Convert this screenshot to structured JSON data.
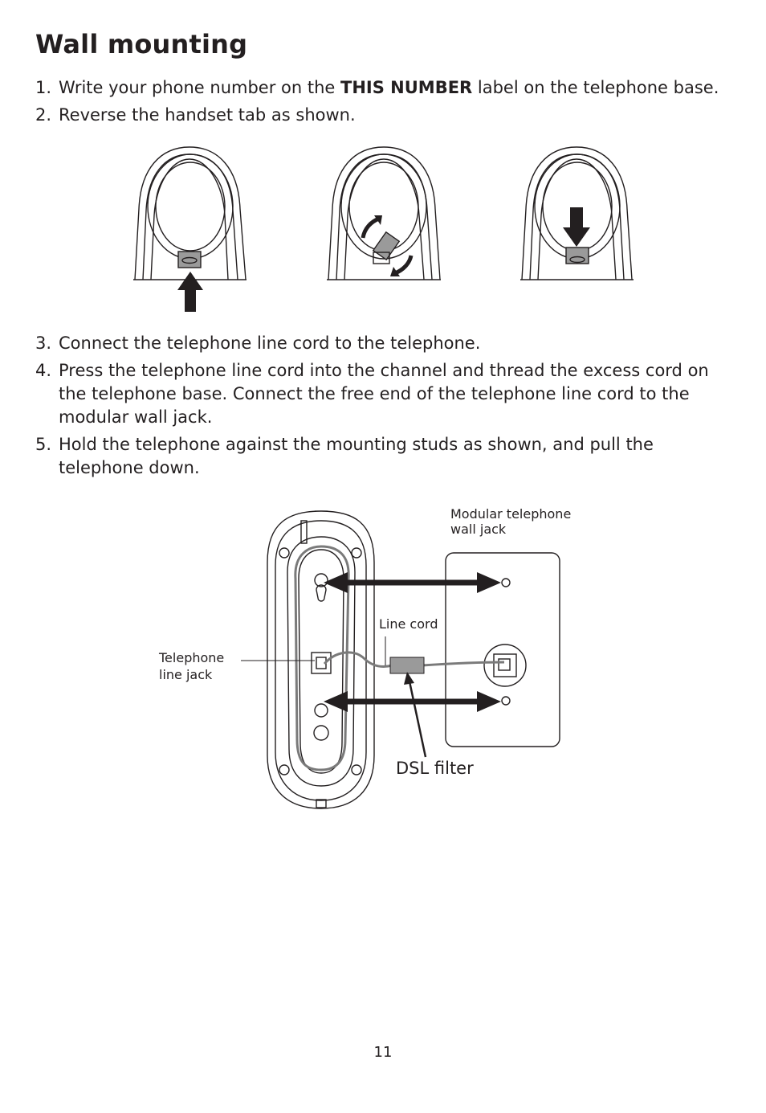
{
  "page": {
    "title": "Wall mounting",
    "page_number": "11"
  },
  "steps_a": [
    {
      "num": "1.",
      "before": "Write your phone number on the ",
      "bold": "THIS NUMBER",
      "after": " label on the telephone base."
    },
    {
      "num": "2.",
      "text": "Reverse the handset tab as shown."
    }
  ],
  "steps_b": [
    {
      "num": "3.",
      "text": "Connect the telephone line cord to the telephone."
    },
    {
      "num": "4.",
      "text": "Press the telephone line cord into the channel and thread the excess cord on the telephone base. Connect the free end of the telephone line cord to the modular wall jack."
    },
    {
      "num": "5.",
      "text": "Hold the telephone against the mounting studs as shown, and pull the telephone down."
    }
  ],
  "diagram": {
    "labels": {
      "wall_jack_line1": "Modular telephone",
      "wall_jack_line2": "wall jack",
      "line_cord": "Line cord",
      "telephone_jack_line1": "Telephone",
      "telephone_jack_line2": "line jack",
      "dsl_filter": "DSL filter"
    }
  }
}
